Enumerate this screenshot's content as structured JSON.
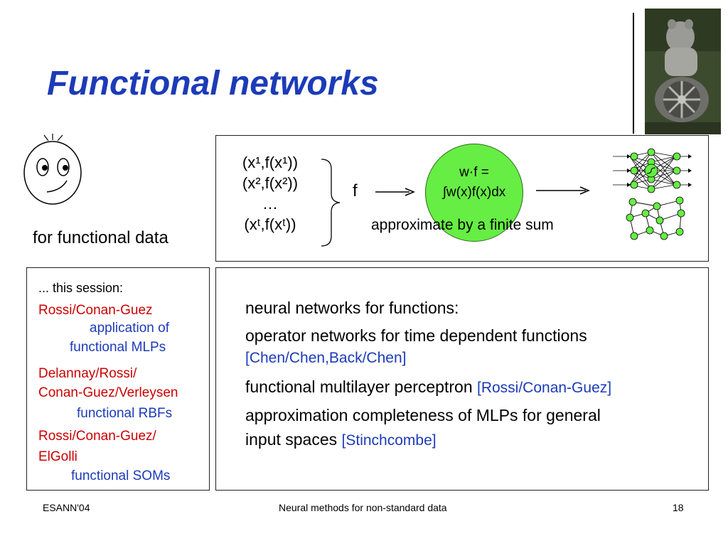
{
  "title": "Functional networks",
  "left_top": {
    "caption": "for functional data"
  },
  "diagram": {
    "pairs": [
      "(x¹,f(x¹))",
      "(x²,f(x²))",
      "…",
      "(xᵗ,f(xᵗ))"
    ],
    "f_label": "f",
    "ball_line1": "w·f =",
    "ball_line2": "∫w(x)f(x)dx",
    "approx_text": "approximate by a finite sum"
  },
  "session": {
    "heading": "... this session:",
    "entries": [
      {
        "authors_line1": "Rossi/Conan-Guez",
        "authors_line2": "",
        "topic_line1": "application of",
        "topic_line2": "functional MLPs"
      },
      {
        "authors_line1": "Delannay/Rossi/",
        "authors_line2": "Conan-Guez/Verleysen",
        "topic_line1": "functional RBFs",
        "topic_line2": ""
      },
      {
        "authors_line1": "Rossi/Conan-Guez/",
        "authors_line2": "ElGolli",
        "topic_line1": "functional SOMs",
        "topic_line2": ""
      }
    ]
  },
  "main": {
    "heading": "neural networks for functions:",
    "items": [
      {
        "text": "operator networks for time dependent functions",
        "cite": "[Chen/Chen,Back/Chen]"
      },
      {
        "text": "functional multilayer perceptron ",
        "cite": "[Rossi/Conan-Guez]"
      },
      {
        "text": "approximation completeness of MLPs for general",
        "text2": "input spaces ",
        "cite": "[Stinchcombe]"
      }
    ]
  },
  "footer": {
    "left": "ESANN'04",
    "center": "Neural methods for non-standard data",
    "right": "18"
  },
  "colors": {
    "title": "#1c3bb8",
    "authors": "#cc0000",
    "topics": "#1c3bb8",
    "ball": "#66ee44"
  }
}
